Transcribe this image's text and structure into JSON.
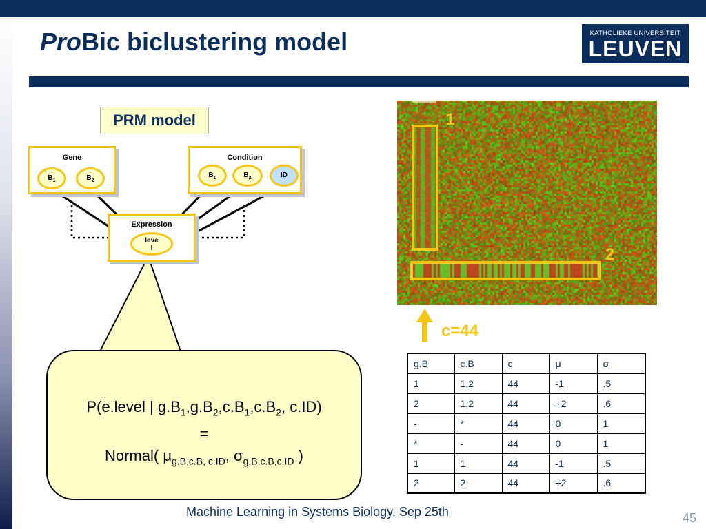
{
  "title": {
    "italic": "Pro",
    "rest": "Bic biclustering model"
  },
  "logo": {
    "line1": "KATHOLIEKE UNIVERSITEIT",
    "line2": "LEUVEN"
  },
  "prm": {
    "label": "PRM model",
    "gene": {
      "title": "Gene",
      "b1": "B",
      "b1_sub": "1",
      "b2": "B",
      "b2_sub": "2"
    },
    "condition": {
      "title": "Condition",
      "b1": "B",
      "b1_sub": "1",
      "b2": "B",
      "b2_sub": "2",
      "id": "ID"
    },
    "expression": {
      "title": "Expression",
      "level_line1": "leve",
      "level_line2": "l"
    }
  },
  "formula": {
    "line1_prefix": "P(e.level | g.B",
    "line1_parts": [
      {
        "sub": "1",
        "text": ",g.B"
      },
      {
        "sub": "2",
        "text": ",c.B"
      },
      {
        "sub": "1",
        "text": ",c.B"
      },
      {
        "sub": "2",
        "text": ", c.ID)"
      }
    ],
    "line2": "=",
    "line3_prefix": "Normal( μ",
    "mu_sub": "g.B,c.B, c.ID",
    "line3_mid": ", σ",
    "sigma_sub": "g.B,c.B,c.ID",
    "line3_suffix": " )"
  },
  "heatmap": {
    "label_1": "1",
    "label_2": "2",
    "arrow_label": "c=44"
  },
  "table": {
    "headers": [
      "g.B",
      "c.B",
      "c",
      "μ",
      "σ"
    ],
    "rows": [
      [
        "1",
        "1,2",
        "44",
        "-1",
        ".5"
      ],
      [
        "2",
        "1,2",
        "44",
        "+2",
        ".6"
      ],
      [
        "-",
        "*",
        "44",
        "0",
        "1"
      ],
      [
        "*",
        "-",
        "44",
        "0",
        "1"
      ],
      [
        "1",
        "1",
        "44",
        "-1",
        ".5"
      ],
      [
        "2",
        "2",
        "44",
        "+2",
        ".6"
      ]
    ]
  },
  "footer": "Machine Learning in Systems Biology, Sep 25th",
  "page_number": "45",
  "colors": {
    "navy": "#0a2d5c",
    "gold": "#f5c518",
    "cream": "#ffffc8"
  }
}
